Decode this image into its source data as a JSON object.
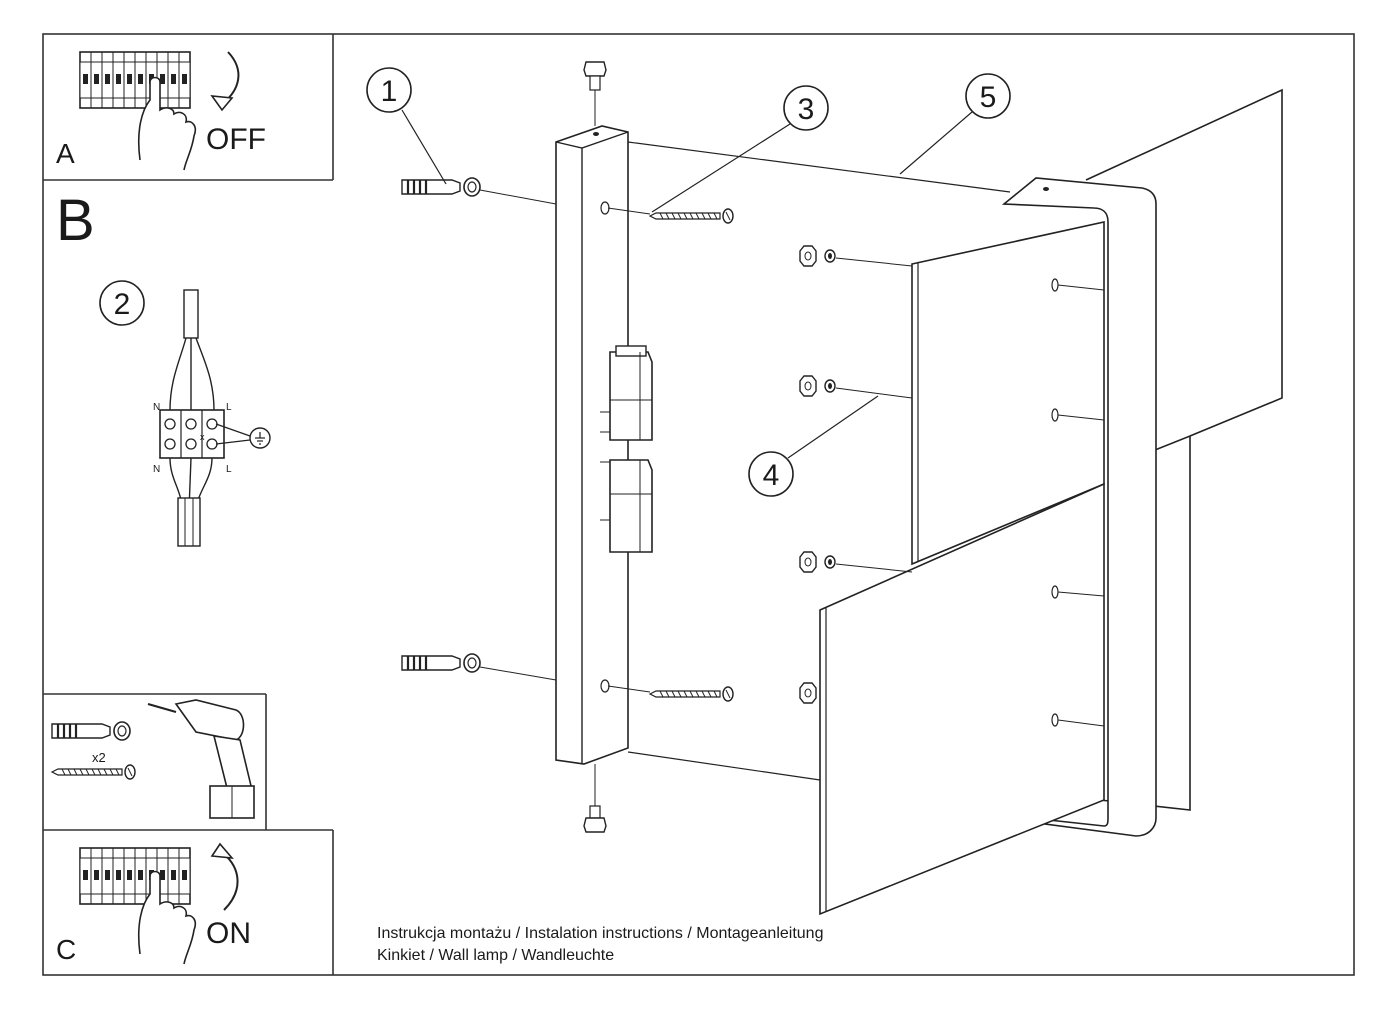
{
  "panels": {
    "a": {
      "letter": "A",
      "label": "OFF"
    },
    "b": {
      "letter": "B"
    },
    "c": {
      "letter": "C",
      "label": "ON"
    }
  },
  "wiring": {
    "step": "2",
    "top_left": "N",
    "top_right": "L",
    "bottom_left": "N",
    "bottom_right": "L",
    "earth_mark": "x"
  },
  "tools": {
    "quantity": "x2"
  },
  "callouts": [
    "1",
    "3",
    "4",
    "5"
  ],
  "caption": {
    "line1": "Instrukcja montażu / Instalation instructions / Montageanleitung",
    "line2": "Kinkiet / Wall lamp / Wandleuchte"
  }
}
